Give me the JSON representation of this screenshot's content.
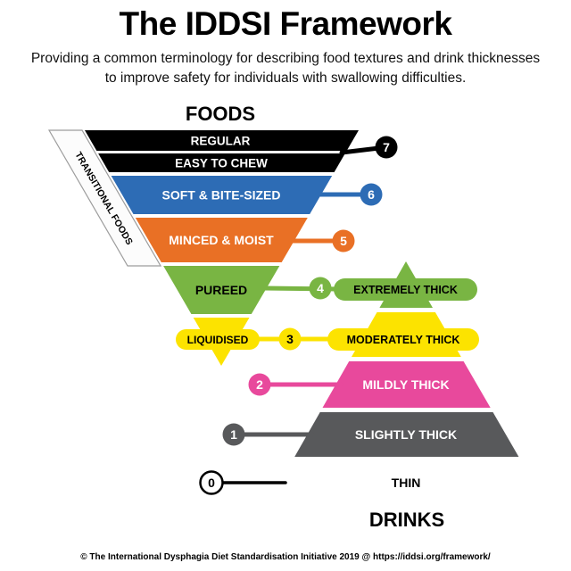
{
  "header": {
    "title": "The IDDSI Framework",
    "subtitle": "Providing a common terminology for describing food textures and drink thicknesses to improve safety for individuals with swallowing difficulties."
  },
  "foods": {
    "label": "FOODS",
    "transitional": "TRANSITIONAL FOODS",
    "levels": [
      {
        "number": "7",
        "label": "REGULAR",
        "color": "#000000"
      },
      {
        "number": "7",
        "label": "EASY TO CHEW",
        "color": "#000000"
      },
      {
        "number": "6",
        "label": "SOFT & BITE-SIZED",
        "color": "#2d6cb5"
      },
      {
        "number": "5",
        "label": "MINCED & MOIST",
        "color": "#e97025"
      },
      {
        "number": "4",
        "label": "PUREED",
        "color": "#79b543"
      },
      {
        "number": "3",
        "label": "LIQUIDISED",
        "color": "#fce300"
      }
    ]
  },
  "drinks": {
    "label": "DRINKS",
    "levels": [
      {
        "number": "4",
        "label": "EXTREMELY THICK",
        "color": "#79b543"
      },
      {
        "number": "3",
        "label": "MODERATELY THICK",
        "color": "#fce300"
      },
      {
        "number": "2",
        "label": "MILDLY THICK",
        "color": "#e8499c"
      },
      {
        "number": "1",
        "label": "SLIGHTLY THICK",
        "color": "#58595b"
      },
      {
        "number": "0",
        "label": "THIN",
        "color": "#ffffff"
      }
    ]
  },
  "footer": "© The International Dysphagia Diet Standardisation Initiative 2019 @ https://iddsi.org/framework/"
}
